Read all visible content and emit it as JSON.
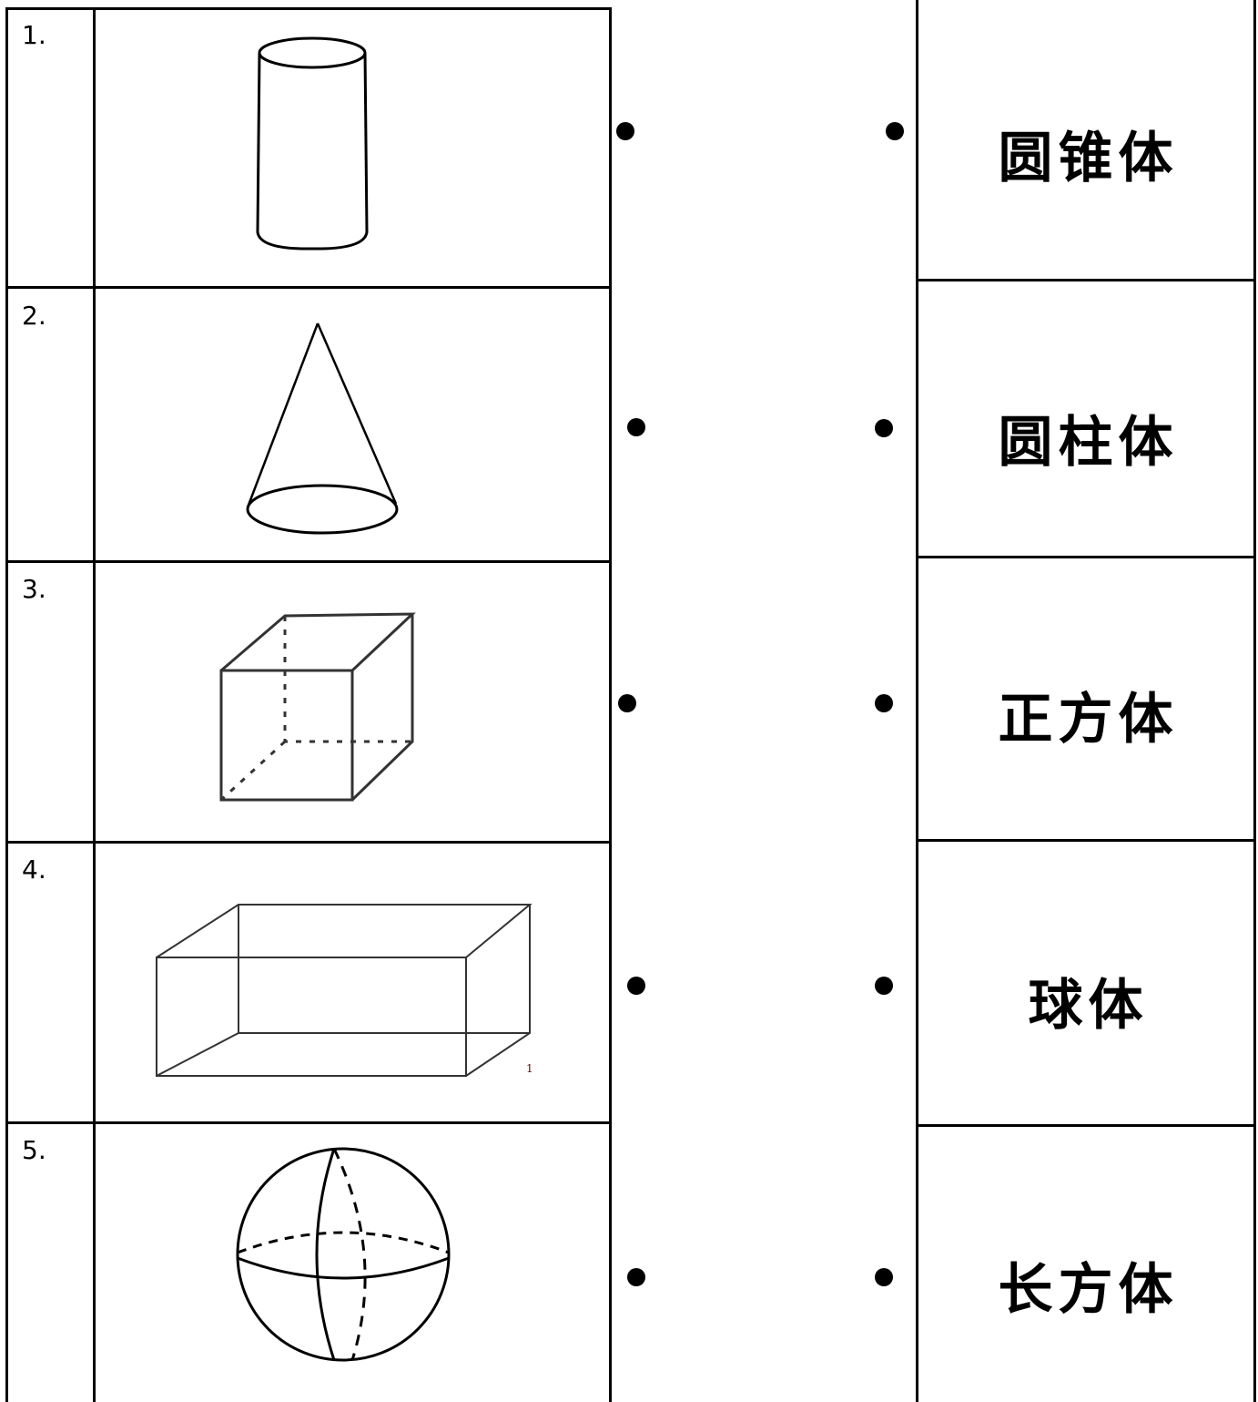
{
  "left_items": [
    {
      "number": "1.",
      "shape": "cylinder"
    },
    {
      "number": "2.",
      "shape": "cone"
    },
    {
      "number": "3.",
      "shape": "cube"
    },
    {
      "number": "4.",
      "shape": "cuboid"
    },
    {
      "number": "5.",
      "shape": "sphere"
    }
  ],
  "right_names": [
    "圆锥体",
    "圆柱体",
    "正方体",
    "球体",
    "长方体"
  ],
  "cuboid_mark": "1"
}
